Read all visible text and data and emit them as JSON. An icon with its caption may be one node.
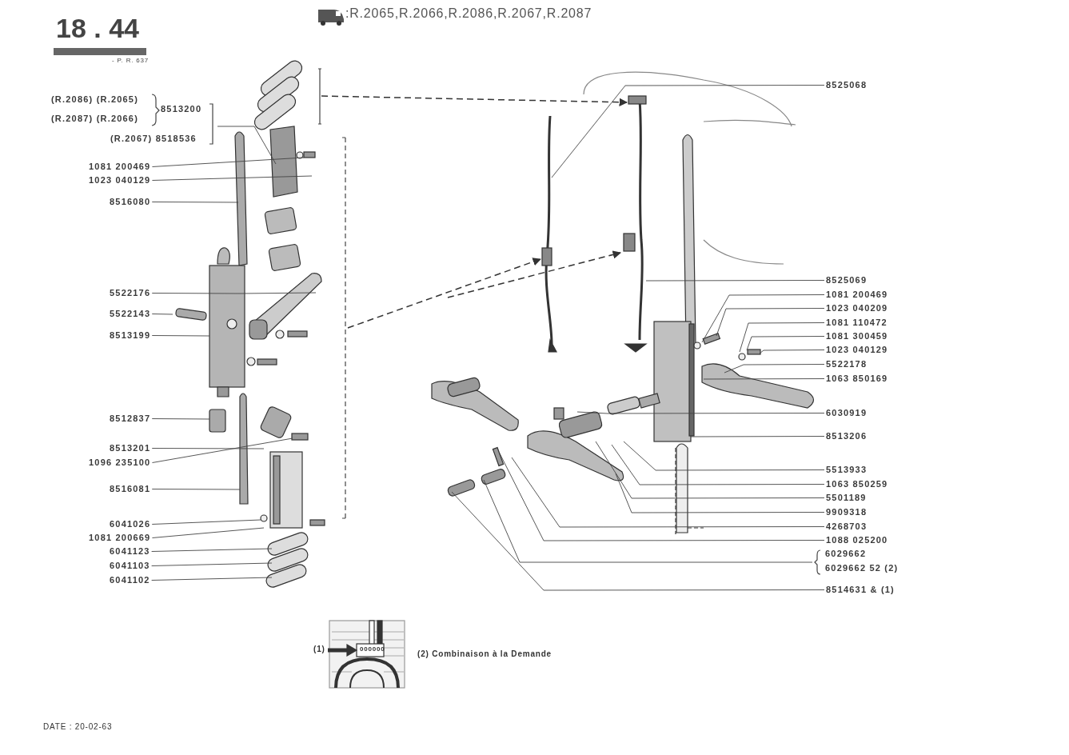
{
  "diagram": {
    "title": "18 . 44",
    "nodes": [
      {
        "text": [
          "(R.2086) (R.2065)",
          "(R.2087) (R.2066)",
          "8513200",
          "(R.2067) 8518536"
        ]
      },
      {
        "text": [
          "1081 200469"
        ]
      },
      {
        "text": [
          "1023 040129"
        ]
      },
      {
        "text": [
          "8516080"
        ]
      },
      {
        "text": [
          "5522176"
        ]
      },
      {
        "text": [
          "5522143"
        ]
      },
      {
        "text": [
          "8513199"
        ]
      },
      {
        "text": [
          "8512837"
        ]
      },
      {
        "text": [
          "8513201"
        ]
      },
      {
        "text": [
          "1096 235100"
        ]
      },
      {
        "text": [
          "8516081"
        ]
      },
      {
        "text": [
          "6041026"
        ]
      },
      {
        "text": [
          "1081 200669"
        ]
      },
      {
        "text": [
          "6041123"
        ]
      },
      {
        "text": [
          "6041103"
        ]
      },
      {
        "text": [
          "6041102"
        ]
      },
      {
        "text": [
          "8525068"
        ]
      },
      {
        "text": [
          "8525069"
        ]
      },
      {
        "text": [
          "1081 200469"
        ]
      },
      {
        "text": [
          "1023 040209"
        ]
      },
      {
        "text": [
          "1081 110472"
        ]
      },
      {
        "text": [
          "1081 300459"
        ]
      },
      {
        "text": [
          "1023 040129"
        ]
      },
      {
        "text": [
          "5522178"
        ]
      },
      {
        "text": [
          "1063 850169"
        ]
      },
      {
        "text": [
          "6030919"
        ]
      },
      {
        "text": [
          "8513206"
        ]
      },
      {
        "text": [
          "5513933"
        ]
      },
      {
        "text": [
          "1063 850259"
        ]
      },
      {
        "text": [
          "5501189"
        ]
      },
      {
        "text": [
          "9909318"
        ]
      },
      {
        "text": [
          "4268703"
        ]
      },
      {
        "text": [
          "1088 025200"
        ]
      },
      {
        "text": [
          "6029662",
          "6029662 52 (2)"
        ]
      },
      {
        "text": [
          "8514631 & (1)"
        ]
      }
    ],
    "edges": [
      {
        "from": 0,
        "to": null,
        "arrow": "none"
      },
      {
        "from": 1,
        "to": null,
        "arrow": "none"
      },
      {
        "from": 2,
        "to": null,
        "arrow": "none"
      },
      {
        "from": 3,
        "to": null,
        "arrow": "none"
      },
      {
        "from": 4,
        "to": null,
        "arrow": "none"
      },
      {
        "from": 5,
        "to": null,
        "arrow": "none"
      },
      {
        "from": 6,
        "to": null,
        "arrow": "none"
      },
      {
        "from": 7,
        "to": null,
        "arrow": "none"
      },
      {
        "from": 8,
        "to": null,
        "arrow": "none"
      },
      {
        "from": 9,
        "to": null,
        "arrow": "none"
      },
      {
        "from": 10,
        "to": null,
        "arrow": "none"
      },
      {
        "from": 11,
        "to": null,
        "arrow": "none"
      },
      {
        "from": 12,
        "to": null,
        "arrow": "none"
      },
      {
        "from": 13,
        "to": null,
        "arrow": "none"
      },
      {
        "from": 14,
        "to": null,
        "arrow": "none"
      },
      {
        "from": 15,
        "to": null,
        "arrow": "none"
      },
      {
        "from": 16,
        "to": null,
        "arrow": "none"
      },
      {
        "from": 17,
        "to": null,
        "arrow": "none"
      },
      {
        "from": 18,
        "to": null,
        "arrow": "none"
      },
      {
        "from": 19,
        "to": null,
        "arrow": "none"
      },
      {
        "from": 20,
        "to": null,
        "arrow": "none"
      },
      {
        "from": 21,
        "to": null,
        "arrow": "none"
      },
      {
        "from": 22,
        "to": null,
        "arrow": "none"
      },
      {
        "from": 23,
        "to": null,
        "arrow": "none"
      },
      {
        "from": 24,
        "to": null,
        "arrow": "none"
      },
      {
        "from": 25,
        "to": null,
        "arrow": "none"
      },
      {
        "from": 26,
        "to": null,
        "arrow": "none"
      },
      {
        "from": 27,
        "to": null,
        "arrow": "none"
      },
      {
        "from": 28,
        "to": null,
        "arrow": "none"
      },
      {
        "from": 29,
        "to": null,
        "arrow": "none"
      },
      {
        "from": 30,
        "to": null,
        "arrow": "none"
      },
      {
        "from": 31,
        "to": null,
        "arrow": "none"
      },
      {
        "from": 32,
        "to": null,
        "arrow": "none"
      },
      {
        "from": 33,
        "to": null,
        "arrow": "none"
      },
      {
        "from": 34,
        "to": null,
        "arrow": "none"
      }
    ],
    "labels": [
      ":R.2065,R.2066,R.2086,R.2067,R.2087",
      "- P. R. 637",
      "000000",
      "(1)",
      "(2) Combinaison à la Demande",
      "DATE : 20-02-63"
    ]
  }
}
